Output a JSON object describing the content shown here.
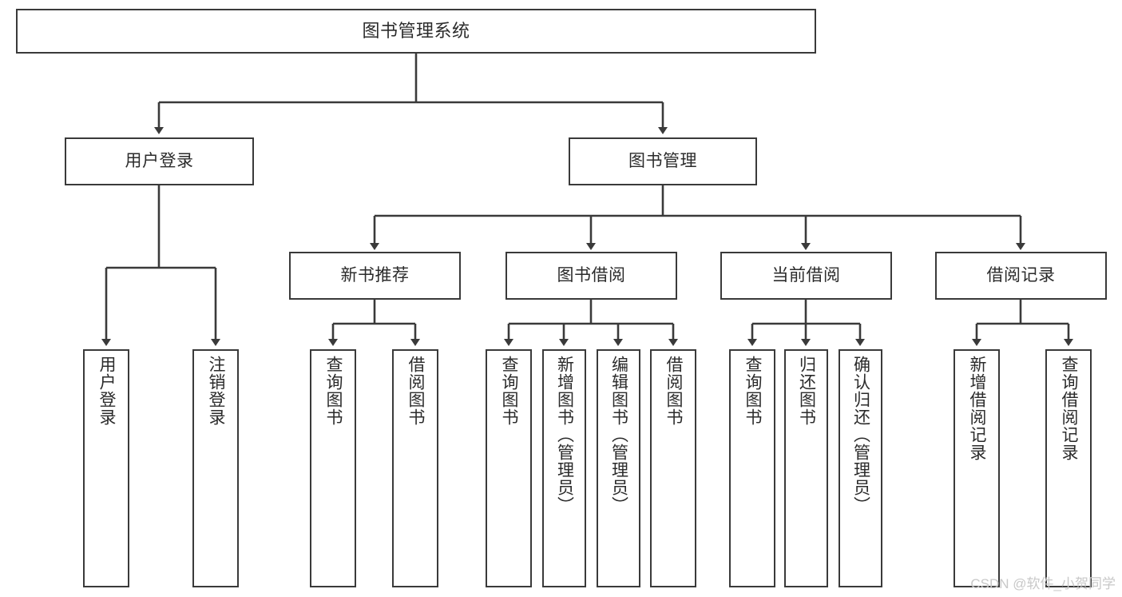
{
  "diagram": {
    "title": "图书管理系统",
    "type": "tree",
    "colors": {
      "background": "#ffffff",
      "node_border": "#3a3a3a",
      "node_fill": "#ffffff",
      "text": "#2b2b2b",
      "edge": "#3a3a3a",
      "watermark": "#c8c8c8"
    },
    "watermark": "CSDN @软件_小贺同学",
    "root": {
      "label": "图书管理系统"
    },
    "level1": [
      {
        "id": "user-login",
        "label": "用户登录"
      },
      {
        "id": "book-manage",
        "label": "图书管理"
      }
    ],
    "level2": [
      {
        "id": "new-book-recommend",
        "label": "新书推荐"
      },
      {
        "id": "book-borrow",
        "label": "图书借阅"
      },
      {
        "id": "current-borrow",
        "label": "当前借阅"
      },
      {
        "id": "borrow-record",
        "label": "借阅记录"
      }
    ],
    "leaves": {
      "user-login": [
        {
          "id": "leaf-user-login",
          "label": "用户登录"
        },
        {
          "id": "leaf-logout-login",
          "label": "注销登录"
        }
      ],
      "new-book-recommend": [
        {
          "id": "leaf-query-book-1",
          "label": "查询图书"
        },
        {
          "id": "leaf-borrow-book-1",
          "label": "借阅图书"
        }
      ],
      "book-borrow": [
        {
          "id": "leaf-query-book-2",
          "label": "查询图书"
        },
        {
          "id": "leaf-add-book",
          "label": "新增图书（管理员）"
        },
        {
          "id": "leaf-edit-book",
          "label": "编辑图书（管理员）"
        },
        {
          "id": "leaf-borrow-book-2",
          "label": "借阅图书"
        }
      ],
      "current-borrow": [
        {
          "id": "leaf-query-book-3",
          "label": "查询图书"
        },
        {
          "id": "leaf-return-book",
          "label": "归还图书"
        },
        {
          "id": "leaf-confirm-return",
          "label": "确认归还（管理员）"
        }
      ],
      "borrow-record": [
        {
          "id": "leaf-add-borrow-record",
          "label": "新增借阅记录"
        },
        {
          "id": "leaf-query-borrow-record",
          "label": "查询借阅记录"
        }
      ]
    }
  }
}
